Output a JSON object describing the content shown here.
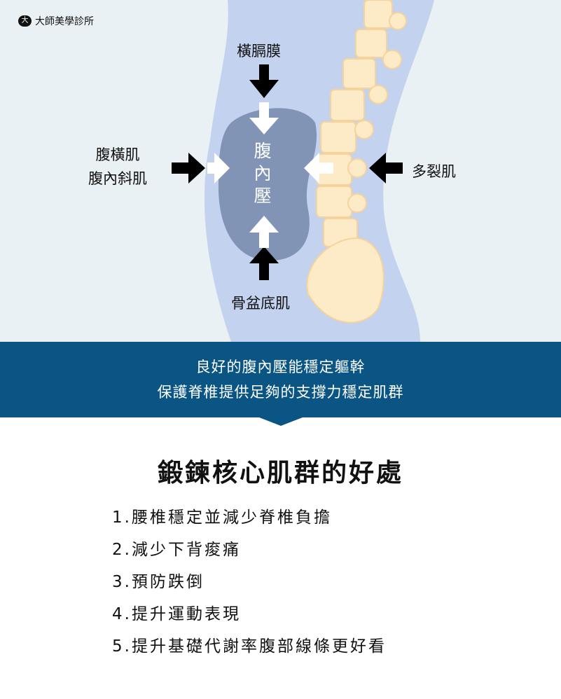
{
  "logo": {
    "mark": "大",
    "text": "大師美學診所"
  },
  "diagram": {
    "top": "橫膈膜",
    "left": [
      "腹橫肌",
      "腹內斜肌"
    ],
    "right": "多裂肌",
    "bottom": "骨盆底肌",
    "center": [
      "腹",
      "內",
      "壓"
    ]
  },
  "banner": [
    "良好的腹內壓能穩定軀幹",
    "保護脊椎提供足夠的支撐力穩定肌群"
  ],
  "heading": "鍛鍊核心肌群的好處",
  "benefits": [
    "1.腰椎穩定並減少脊椎負擔",
    "2.減少下背痠痛",
    "3.預防跌倒",
    "4.提升運動表現",
    "5.提升基礎代謝率腹部線條更好看"
  ],
  "colors": {
    "background": "#e9f1f4",
    "body": "#c3d2ee",
    "pressure": "#8194b5",
    "banner": "#0b5585",
    "bone": "#fdebc8"
  }
}
